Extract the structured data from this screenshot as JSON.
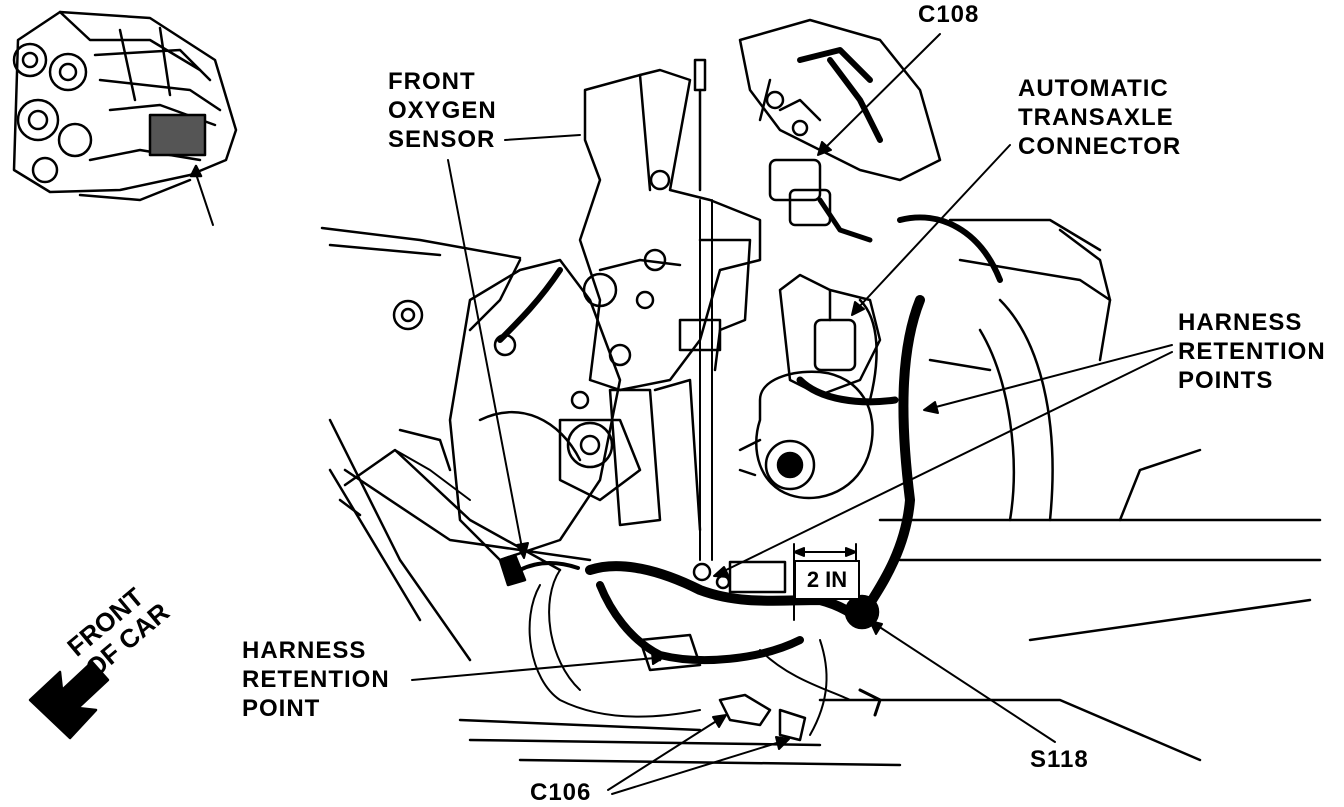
{
  "labels": {
    "c108": "C108",
    "front_oxygen_sensor": [
      "FRONT",
      "OXYGEN",
      "SENSOR"
    ],
    "automatic_transaxle_connector": [
      "AUTOMATIC",
      "TRANSAXLE",
      "CONNECTOR"
    ],
    "harness_retention_points": [
      "HARNESS",
      "RETENTION",
      "POINTS"
    ],
    "harness_retention_point": [
      "HARNESS",
      "RETENTION",
      "POINT"
    ],
    "c106": "C106",
    "s118": "S118",
    "dimension": "2 IN",
    "front_of_car": [
      "FRONT",
      "OF CAR"
    ]
  }
}
